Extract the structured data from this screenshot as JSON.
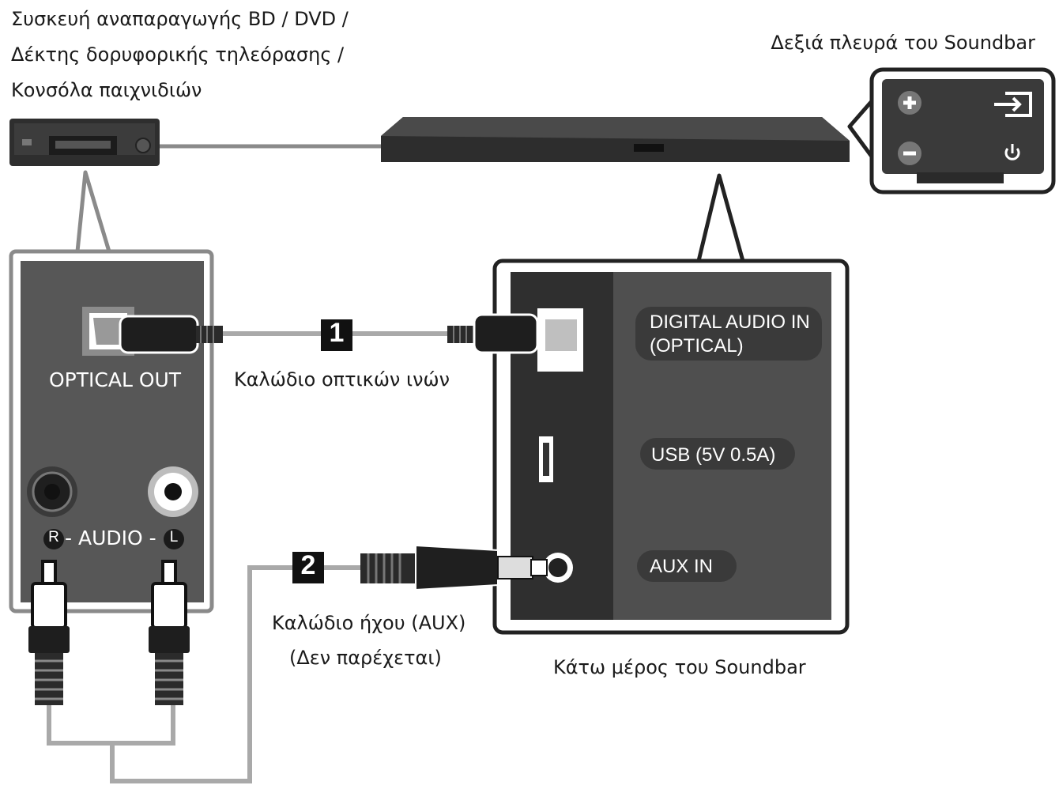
{
  "labels": {
    "source_line1": "Συσκευή αναπαραγωγής BD / DVD /",
    "source_line2": "Δέκτης δορυφορικής τηλεόρασης /",
    "source_line3": "Κονσόλα παιχνιδιών",
    "right_side": "Δεξιά πλευρά του Soundbar",
    "bottom_side": "Κάτω μέρος του Soundbar",
    "optical_cable": "Καλώδιο οπτικών ινών",
    "aux_cable": "Καλώδιο ήχου (AUX)",
    "aux_note": "(Δεν παρέχεται)"
  },
  "source_panel": {
    "optical_out": "OPTICAL OUT",
    "audio_r": "R",
    "audio_mid": "- AUDIO -",
    "audio_l": "L"
  },
  "soundbar_panel": {
    "digital_in_line1": "DIGITAL AUDIO IN",
    "digital_in_line2": "(OPTICAL)",
    "usb": "USB (5V 0.5A)",
    "aux_in": "AUX IN"
  },
  "steps": {
    "step1": "1",
    "step2": "2"
  },
  "icons": {
    "plus": "plus-icon",
    "minus": "minus-icon",
    "input": "input-source-icon",
    "power": "power-icon"
  }
}
